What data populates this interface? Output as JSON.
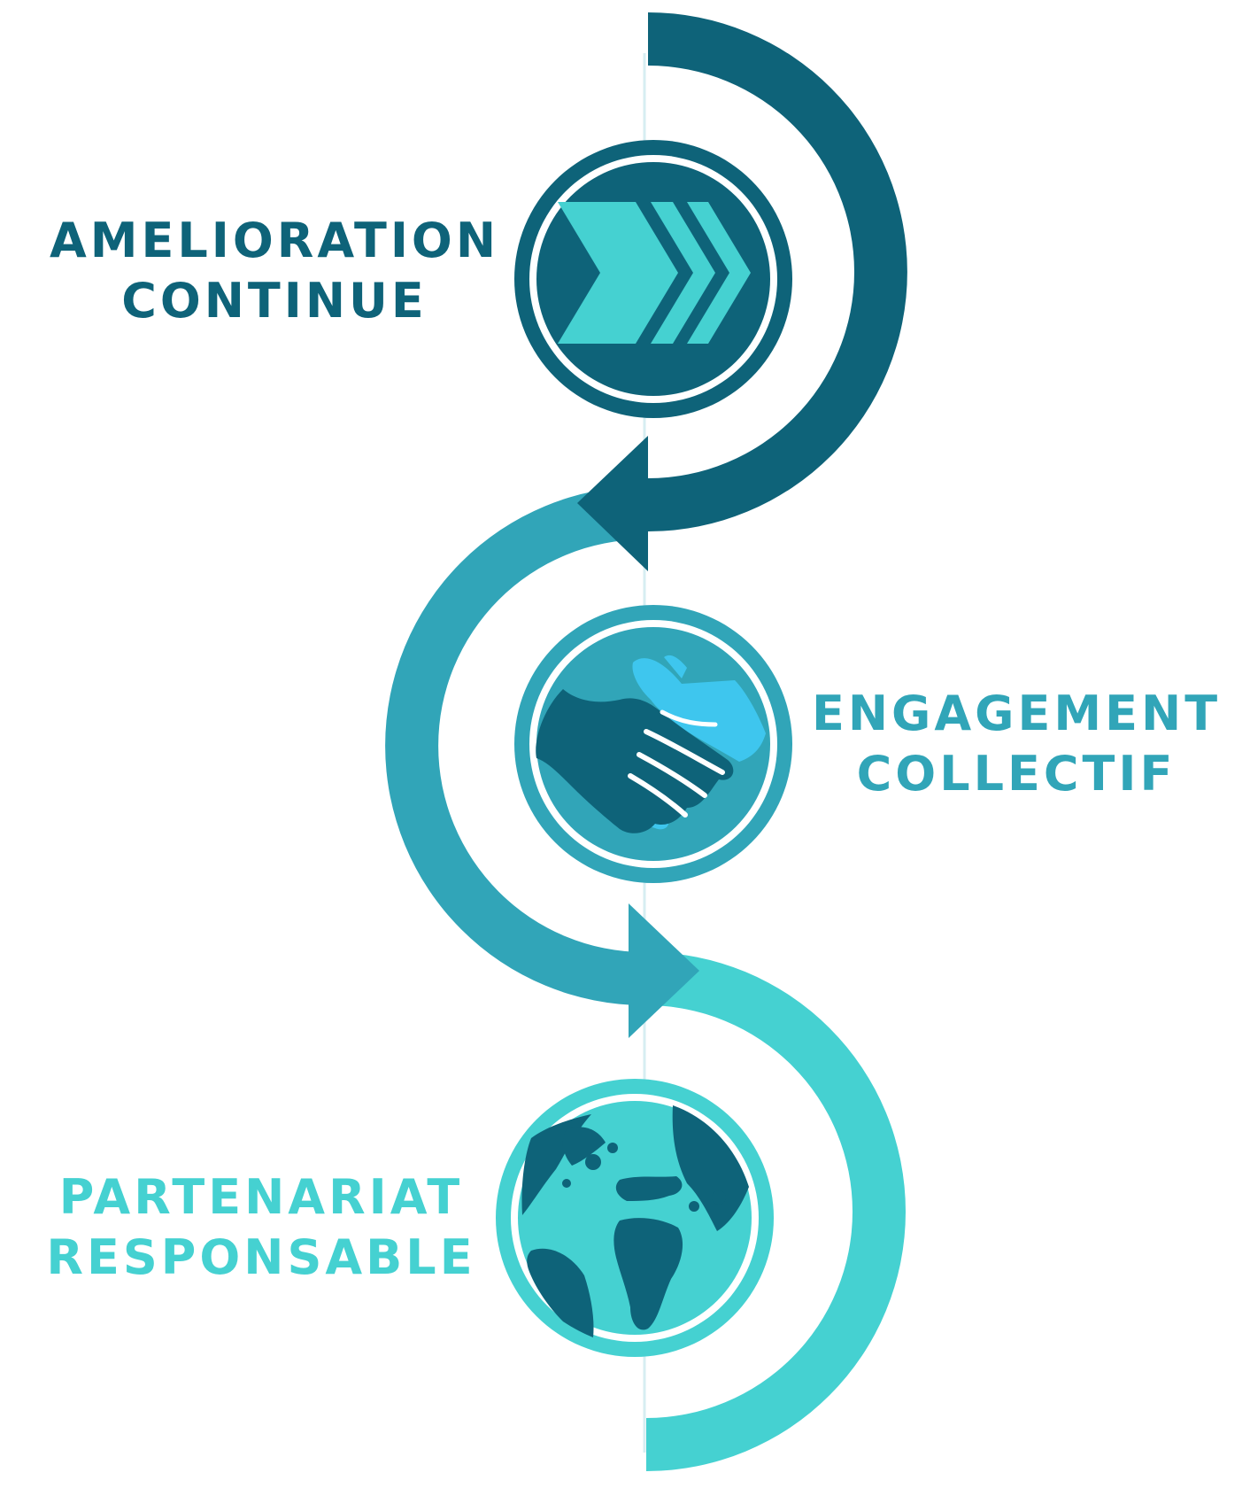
{
  "colors": {
    "dark": "#0e6379",
    "mid": "#31a5b8",
    "light": "#45d1d1",
    "sky": "#3ec6ee",
    "pale_line": "#d7eef2"
  },
  "steps": [
    {
      "line1": "AMELIORATION",
      "line2": "CONTINUE",
      "icon": "fast-forward-chevrons-icon",
      "color": "#0e6379"
    },
    {
      "line1": "ENGAGEMENT",
      "line2": "COLLECTIF",
      "icon": "handshake-icon",
      "color": "#31a5b8"
    },
    {
      "line1": "PARTENARIAT",
      "line2": "RESPONSABLE",
      "icon": "globe-icon",
      "color": "#45d1d1"
    }
  ]
}
